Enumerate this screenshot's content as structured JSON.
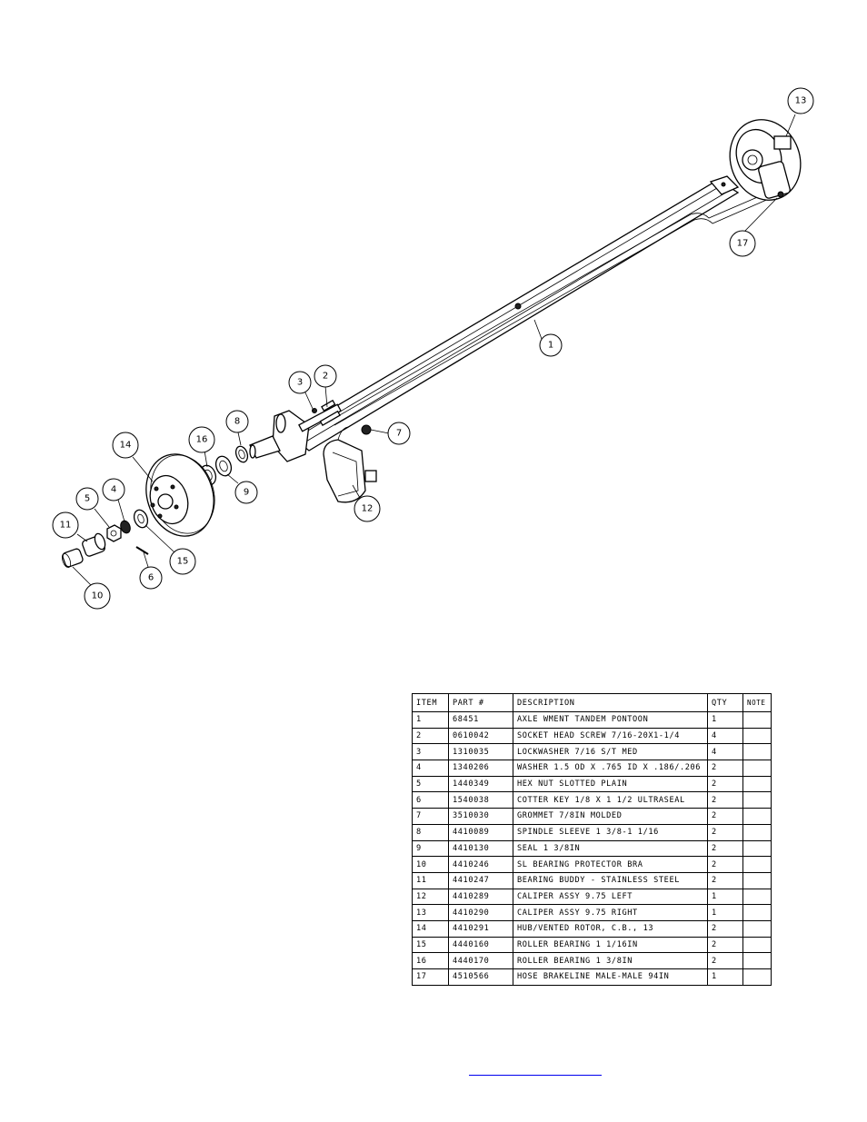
{
  "callouts": [
    {
      "id": "c1",
      "label": "1"
    },
    {
      "id": "c2",
      "label": "2"
    },
    {
      "id": "c3",
      "label": "3"
    },
    {
      "id": "c4",
      "label": "4"
    },
    {
      "id": "c5",
      "label": "5"
    },
    {
      "id": "c6",
      "label": "6"
    },
    {
      "id": "c7",
      "label": "7"
    },
    {
      "id": "c8",
      "label": "8"
    },
    {
      "id": "c9",
      "label": "9"
    },
    {
      "id": "c10",
      "label": "10"
    },
    {
      "id": "c11",
      "label": "11"
    },
    {
      "id": "c12",
      "label": "12"
    },
    {
      "id": "c13",
      "label": "13"
    },
    {
      "id": "c14",
      "label": "14"
    },
    {
      "id": "c15",
      "label": "15"
    },
    {
      "id": "c16",
      "label": "16"
    },
    {
      "id": "c17",
      "label": "17"
    }
  ],
  "bom": {
    "headers": {
      "item": "ITEM",
      "part": "PART #",
      "description": "DESCRIPTION",
      "qty": "QTY",
      "note": "NOTE"
    },
    "rows": [
      {
        "item": "1",
        "part": "68451",
        "description": "AXLE WMENT   TANDEM PONTOON",
        "qty": "1",
        "note": ""
      },
      {
        "item": "2",
        "part": "0610042",
        "description": "SOCKET HEAD SCREW 7/16-20X1-1/4",
        "qty": "4",
        "note": ""
      },
      {
        "item": "3",
        "part": "1310035",
        "description": "LOCKWASHER 7/16 S/T MED",
        "qty": "4",
        "note": ""
      },
      {
        "item": "4",
        "part": "1340206",
        "description": "WASHER 1.5 OD X .765 ID X .186/.206",
        "qty": "2",
        "note": ""
      },
      {
        "item": "5",
        "part": "1440349",
        "description": "HEX NUT SLOTTED PLAIN",
        "qty": "2",
        "note": ""
      },
      {
        "item": "6",
        "part": "1540038",
        "description": "COTTER KEY 1/8 X 1 1/2 ULTRASEAL",
        "qty": "2",
        "note": ""
      },
      {
        "item": "7",
        "part": "3510030",
        "description": "GROMMET  7/8IN MOLDED",
        "qty": "2",
        "note": ""
      },
      {
        "item": "8",
        "part": "4410089",
        "description": "SPINDLE SLEEVE  1 3/8-1 1/16",
        "qty": "2",
        "note": ""
      },
      {
        "item": "9",
        "part": "4410130",
        "description": "SEAL  1 3/8IN",
        "qty": "2",
        "note": ""
      },
      {
        "item": "10",
        "part": "4410246",
        "description": "SL BEARING PROTECTOR BRA",
        "qty": "2",
        "note": ""
      },
      {
        "item": "11",
        "part": "4410247",
        "description": "BEARING BUDDY - STAINLESS STEEL",
        "qty": "2",
        "note": ""
      },
      {
        "item": "12",
        "part": "4410289",
        "description": "CALIPER ASSY 9.75 LEFT",
        "qty": "1",
        "note": ""
      },
      {
        "item": "13",
        "part": "4410290",
        "description": "CALIPER ASSY 9.75 RIGHT",
        "qty": "1",
        "note": ""
      },
      {
        "item": "14",
        "part": "4410291",
        "description": "HUB/VENTED ROTOR, C.B.,  13",
        "qty": "2",
        "note": ""
      },
      {
        "item": "15",
        "part": "4440160",
        "description": "ROLLER BEARING   1 1/16IN",
        "qty": "2",
        "note": ""
      },
      {
        "item": "16",
        "part": "4440170",
        "description": "ROLLER BEARING   1 3/8IN",
        "qty": "2",
        "note": ""
      },
      {
        "item": "17",
        "part": "4510566",
        "description": "HOSE BRAKELINE MALE-MALE 94IN",
        "qty": "1",
        "note": ""
      }
    ]
  }
}
